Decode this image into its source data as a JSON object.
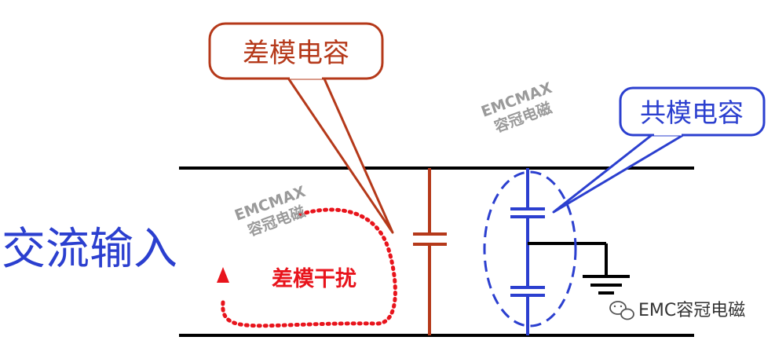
{
  "labels": {
    "dm_capacitor": "差模电容",
    "cm_capacitor": "共模电容",
    "ac_input": "交流输入",
    "dm_interference": "差模干扰"
  },
  "watermarks": {
    "line1": "EMCMAX",
    "line2": "容冠电磁"
  },
  "brand": {
    "text": "EMC容冠电磁"
  },
  "colors": {
    "dm_capacitor": "#b5391a",
    "cm_capacitor": "#2b3fcf",
    "interference": "#e8141c",
    "ac_input": "#2b3fcf",
    "line": "#000000",
    "watermark": "#9a9a9a"
  }
}
